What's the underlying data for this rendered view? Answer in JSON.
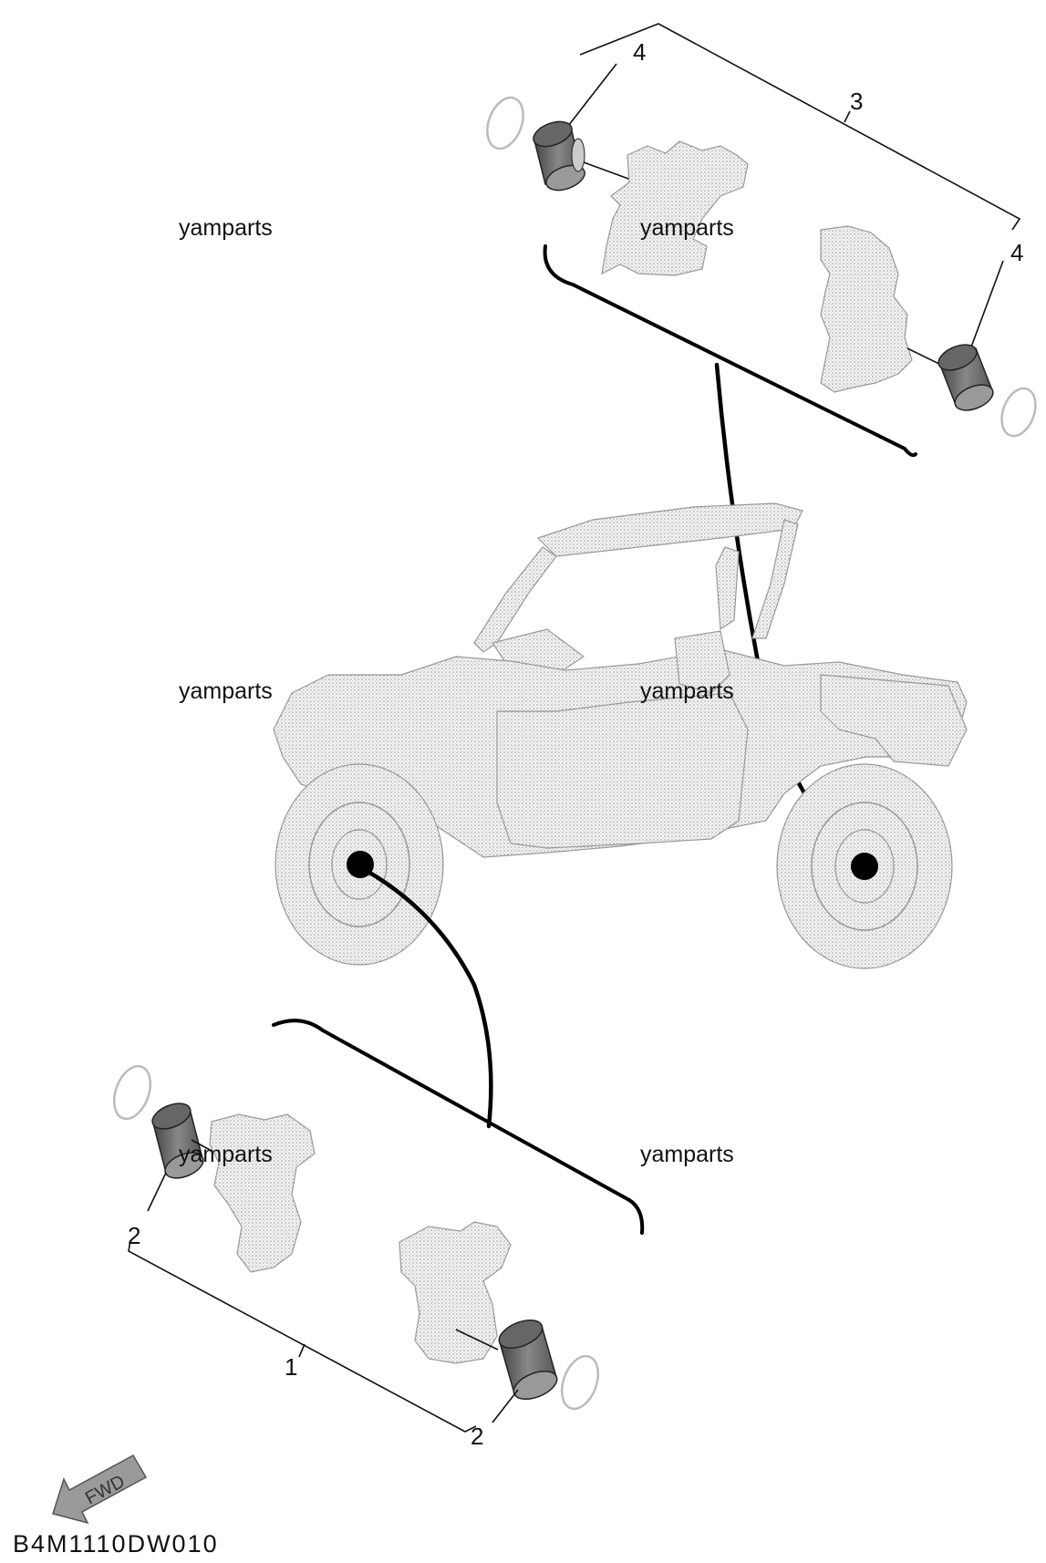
{
  "watermarks": [
    "yamparts",
    "yamparts",
    "yamparts",
    "yamparts",
    "yamparts",
    "yamparts"
  ],
  "callouts": {
    "c1": "1",
    "c2a": "2",
    "c2b": "2",
    "c3": "3",
    "c4a": "4",
    "c4b": "4"
  },
  "fwd_label": "FWD",
  "diagram_code": "B4M1110DW010",
  "icons": {
    "fwd_arrow": "fwd-arrow-icon",
    "vehicle": "utv-vehicle-illustration"
  },
  "colors": {
    "line": "#000000",
    "part_fill": "#d9d9d9",
    "bearing_dark": "#555555"
  }
}
